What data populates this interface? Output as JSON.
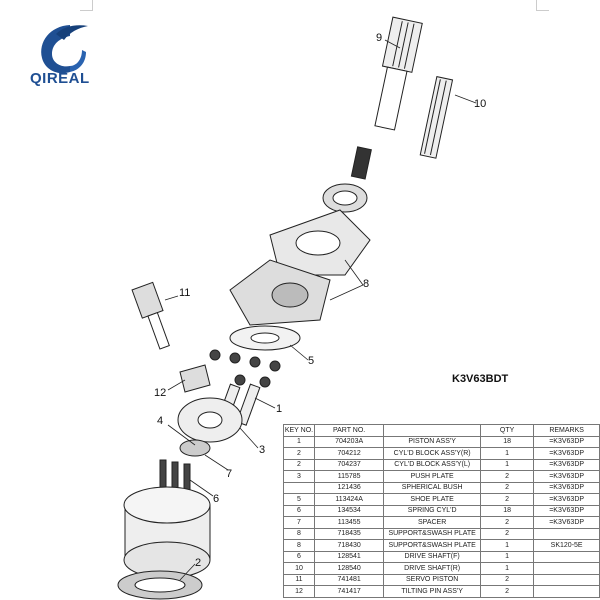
{
  "brand": {
    "name": "QIREAL",
    "color": "#1f4f93"
  },
  "model": "K3V63BDT",
  "callouts": [
    "9",
    "10",
    "11",
    "8",
    "5",
    "12",
    "1",
    "4",
    "3",
    "7",
    "6",
    "2"
  ],
  "table": {
    "headers": [
      "KEY NO.",
      "PART NO.",
      "",
      "QTY",
      "REMARKS"
    ],
    "rows": [
      [
        "1",
        "704203A",
        "PISTON ASS'Y",
        "18",
        "=K3V63DP"
      ],
      [
        "2",
        "704212",
        "CYL'D BLOCK ASS'Y(R)",
        "1",
        "=K3V63DP"
      ],
      [
        "2",
        "704237",
        "CYL'D BLOCK ASS'Y(L)",
        "1",
        "=K3V63DP"
      ],
      [
        "3",
        "115785",
        "PUSH PLATE",
        "2",
        "=K3V63DP"
      ],
      [
        "",
        "121436",
        "SPHERICAL BUSH",
        "2",
        "=K3V63DP"
      ],
      [
        "5",
        "113424A",
        "SHOE PLATE",
        "2",
        "=K3V63DP"
      ],
      [
        "6",
        "134534",
        "SPRING CYL'D",
        "18",
        "=K3V63DP"
      ],
      [
        "7",
        "113455",
        "SPACER",
        "2",
        "=K3V63DP"
      ],
      [
        "8",
        "718435",
        "SUPPORT&SWASH PLATE",
        "2",
        ""
      ],
      [
        "8",
        "718430",
        "SUPPORT&SWASH PLATE",
        "1",
        "SK120-5E"
      ],
      [
        "6",
        "128541",
        "DRIVE SHAFT(F)",
        "1",
        ""
      ],
      [
        "10",
        "128540",
        "DRIVE SHAFT(R)",
        "1",
        ""
      ],
      [
        "11",
        "741481",
        "SERVO PISTON",
        "2",
        ""
      ],
      [
        "12",
        "741417",
        "TILTING PIN ASS'Y",
        "2",
        ""
      ]
    ]
  }
}
